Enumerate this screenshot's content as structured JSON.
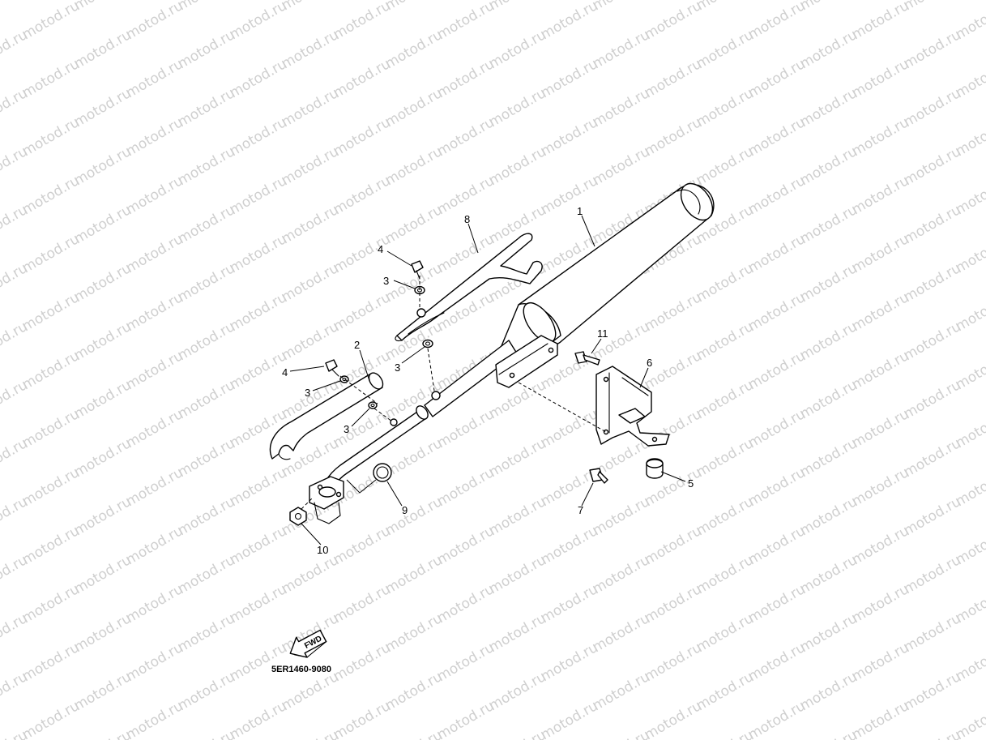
{
  "watermark": {
    "text": "motod.ru"
  },
  "callouts": [
    {
      "id": "callout-1",
      "label": "1",
      "part": "muffler"
    },
    {
      "id": "callout-2",
      "label": "2",
      "part": "exhaust-pipe-protector"
    },
    {
      "id": "callout-3a",
      "label": "3",
      "part": "washer"
    },
    {
      "id": "callout-3b",
      "label": "3",
      "part": "washer"
    },
    {
      "id": "callout-3c",
      "label": "3",
      "part": "washer"
    },
    {
      "id": "callout-3d",
      "label": "3",
      "part": "washer"
    },
    {
      "id": "callout-4a",
      "label": "4",
      "part": "screw"
    },
    {
      "id": "callout-4b",
      "label": "4",
      "part": "screw"
    },
    {
      "id": "callout-5",
      "label": "5",
      "part": "damper"
    },
    {
      "id": "callout-6",
      "label": "6",
      "part": "muffler-bracket"
    },
    {
      "id": "callout-7",
      "label": "7",
      "part": "bolt"
    },
    {
      "id": "callout-8",
      "label": "8",
      "part": "muffler-protector"
    },
    {
      "id": "callout-9",
      "label": "9",
      "part": "gasket"
    },
    {
      "id": "callout-10",
      "label": "10",
      "part": "nut"
    },
    {
      "id": "callout-11",
      "label": "11",
      "part": "bolt"
    }
  ],
  "fwd_badge": {
    "text": "FWD"
  },
  "diagram_code": "5ER1460-9080",
  "colors": {
    "line": "#000000",
    "background": "#ffffff",
    "watermark": "#cfcfcf"
  }
}
